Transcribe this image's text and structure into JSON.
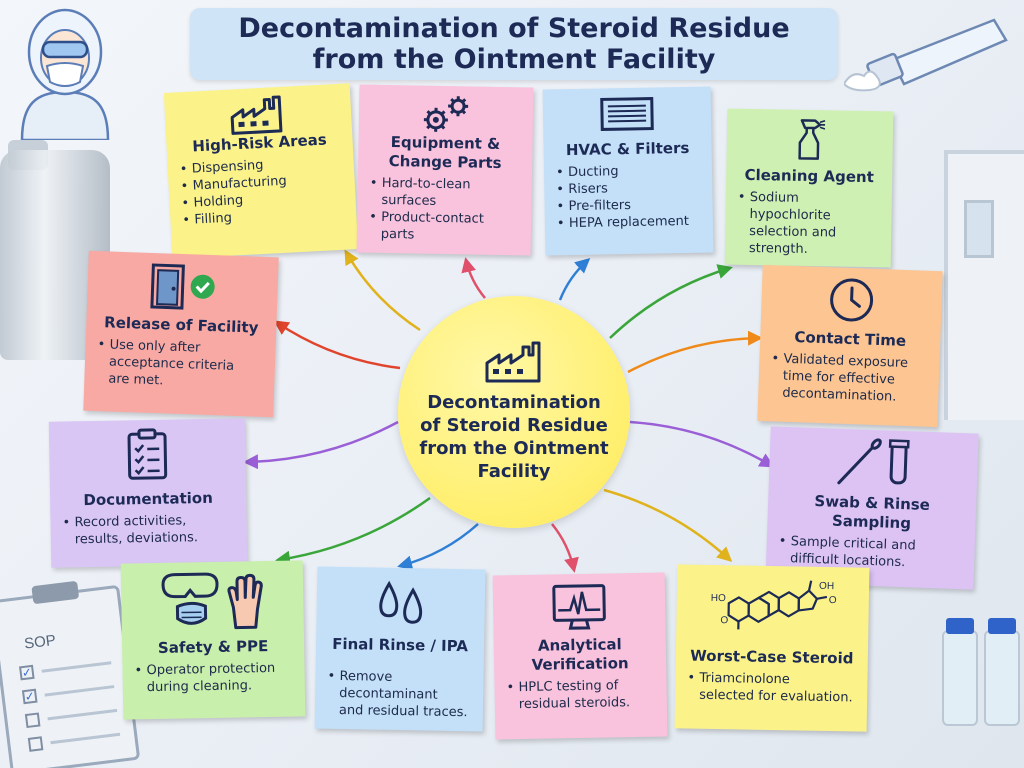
{
  "title": {
    "line1": "Decontamination of Steroid Residue",
    "line2": "from the Ointment Facility"
  },
  "center": {
    "line1": "Decontamination",
    "line2": "of Steroid Residue",
    "line3": "from the Ointment",
    "line4": "Facility"
  },
  "nodes": {
    "high_risk": {
      "title": "High-Risk Areas",
      "items": [
        "Dispensing",
        "Manufacturing",
        "Holding",
        "Filling"
      ],
      "color": "#fbf38a",
      "arrow_color": "#e0b21c",
      "icon": "factory-icon"
    },
    "equipment": {
      "title_line1": "Equipment &",
      "title_line2": "Change Parts",
      "items": [
        "Hard-to-clean",
        "surfaces",
        "Product-contact",
        "parts"
      ],
      "color": "#f9c3dd",
      "arrow_color": "#e0506a",
      "icon": "gears-icon"
    },
    "hvac": {
      "title": "HVAC & Filters",
      "items": [
        "Ducting",
        "Risers",
        "Pre-filters",
        "HEPA replacement"
      ],
      "color": "#c3e0f8",
      "arrow_color": "#2f7fd6",
      "icon": "filter-icon"
    },
    "cleaning_agent": {
      "title": "Cleaning Agent",
      "items": [
        "Sodium hypochlorite",
        "selection and",
        "strength."
      ],
      "color": "#cff0b3",
      "arrow_color": "#3aa63a",
      "icon": "spray-bottle-icon"
    },
    "release": {
      "title": "Release of Facility",
      "items": [
        "Use only after",
        "acceptance criteria",
        "are met."
      ],
      "color": "#f8a9a3",
      "arrow_color": "#e0442c",
      "icon": "door-check-icon"
    },
    "contact_time": {
      "title": "Contact Time",
      "items": [
        "Validated exposure",
        "time for effective",
        "decontamination."
      ],
      "color": "#fcc592",
      "arrow_color": "#ef8a1a",
      "icon": "clock-icon"
    },
    "documentation": {
      "title": "Documentation",
      "items": [
        "Record activities,",
        "results, deviations."
      ],
      "color": "#d9c6f5",
      "arrow_color": "#9a5fd6",
      "icon": "clipboard-icon"
    },
    "swab": {
      "title_line1": "Swab & Rinse",
      "title_line2": "Sampling",
      "items": [
        "Sample critical and",
        "difficult locations."
      ],
      "color": "#dcc3f4",
      "arrow_color": "#9a5fd6",
      "icon": "swab-tube-icon"
    },
    "safety": {
      "title": "Safety & PPE",
      "items": [
        "Operator protection",
        "during cleaning."
      ],
      "color": "#c9efac",
      "arrow_color": "#3aa63a",
      "icon": "ppe-icon"
    },
    "final_rinse": {
      "title": "Final Rinse / IPA",
      "items": [
        "Remove decontaminant",
        "and residual traces."
      ],
      "color": "#c3e0f8",
      "arrow_color": "#2f7fd6",
      "icon": "droplets-icon"
    },
    "analytical": {
      "title_line1": "Analytical",
      "title_line2": "Verification",
      "items": [
        "HPLC testing of",
        "residual steroids."
      ],
      "color": "#f9c3dd",
      "arrow_color": "#e0506a",
      "icon": "monitor-chart-icon"
    },
    "worst_case": {
      "title": "Worst-Case Steroid",
      "items": [
        "Triamcinolone",
        "selected for evaluation."
      ],
      "color": "#fbf38a",
      "arrow_color": "#e0b21c",
      "icon": "steroid-structure-icon",
      "atom_label_1": "HO",
      "atom_label_2": "OH",
      "atom_label_3": "O",
      "atom_label_4": "O"
    }
  },
  "sop_board": {
    "label": "SOP"
  }
}
